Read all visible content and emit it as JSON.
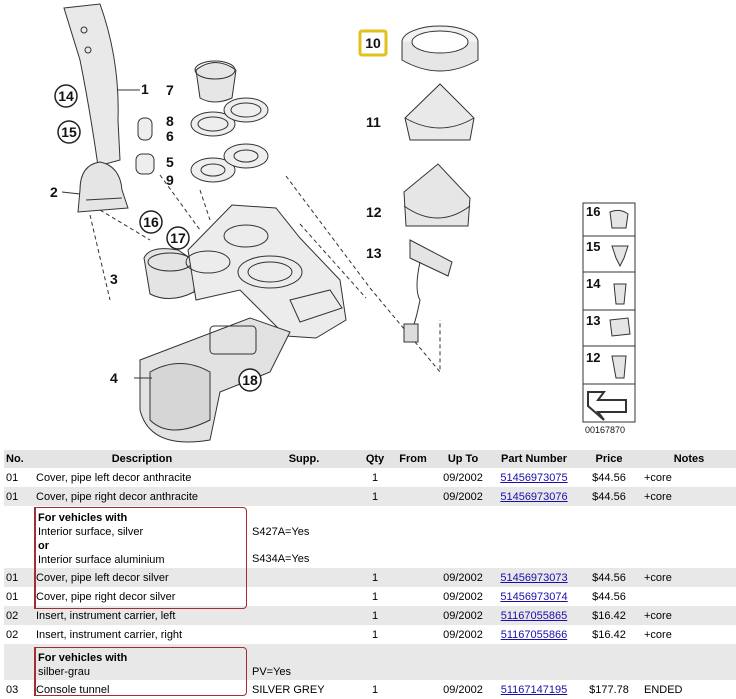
{
  "diagram": {
    "callouts": [
      "1",
      "2",
      "3",
      "4",
      "5",
      "6",
      "7",
      "8",
      "9",
      "10",
      "11",
      "12",
      "13",
      "14",
      "15",
      "16",
      "17",
      "18"
    ],
    "highlighted_callout": "10",
    "legend_items": [
      "16",
      "15",
      "14",
      "13",
      "12"
    ],
    "ref_number": "00167870"
  },
  "table": {
    "headers": {
      "no": "No.",
      "description": "Description",
      "supp": "Supp.",
      "qty": "Qty",
      "from": "From",
      "upto": "Up To",
      "part": "Part Number",
      "price": "Price",
      "notes": "Notes"
    },
    "rows": [
      {
        "no": "01",
        "description": "Cover, pipe left decor anthracite",
        "supp": "",
        "qty": "1",
        "from": "",
        "upto": "09/2002",
        "part": "51456973075",
        "price": "$44.56",
        "notes": "+core"
      },
      {
        "no": "01",
        "description": "Cover, pipe right decor anthracite",
        "supp": "",
        "qty": "1",
        "from": "",
        "upto": "09/2002",
        "part": "51456973076",
        "price": "$44.56",
        "notes": "+core"
      }
    ],
    "condition1": {
      "heading": "For vehicles with",
      "line1": "Interior surface, silver",
      "line1_code": "S427A=Yes",
      "or": "or",
      "line2": "Interior surface aluminium",
      "line2_code": "S434A=Yes"
    },
    "rows2": [
      {
        "no": "01",
        "description": "Cover, pipe left decor silver",
        "supp": "",
        "qty": "1",
        "from": "",
        "upto": "09/2002",
        "part": "51456973073",
        "price": "$44.56",
        "notes": "+core"
      },
      {
        "no": "01",
        "description": "Cover, pipe right decor silver",
        "supp": "",
        "qty": "1",
        "from": "",
        "upto": "09/2002",
        "part": "51456973074",
        "price": "$44.56",
        "notes": ""
      },
      {
        "no": "02",
        "description": "Insert, instrument carrier, left",
        "supp": "",
        "qty": "1",
        "from": "",
        "upto": "09/2002",
        "part": "51167055865",
        "price": "$16.42",
        "notes": "+core"
      },
      {
        "no": "02",
        "description": "Insert, instrument carrier, right",
        "supp": "",
        "qty": "1",
        "from": "",
        "upto": "09/2002",
        "part": "51167055866",
        "price": "$16.42",
        "notes": "+core"
      }
    ],
    "condition2": {
      "heading": "For vehicles with",
      "line1": "silber-grau",
      "line1_code": "PV=Yes"
    },
    "rows3": [
      {
        "no": "03",
        "description": "Console tunnel",
        "supp": "SILVER GREY",
        "qty": "1",
        "from": "",
        "upto": "09/2002",
        "part": "51167147195",
        "price": "$177.78",
        "notes": "ENDED"
      }
    ]
  }
}
